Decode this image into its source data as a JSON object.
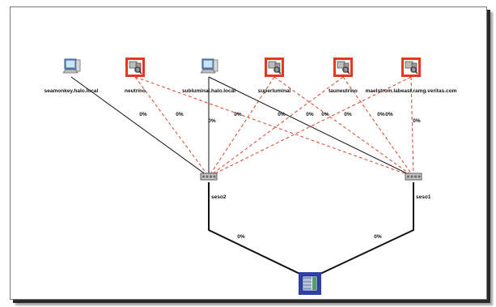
{
  "hosts": [
    {
      "id": "h1",
      "label": "seamonkey.halo.local",
      "kind": "pc"
    },
    {
      "id": "h2",
      "label": "neutrino",
      "kind": "alert"
    },
    {
      "id": "h3",
      "label": "subluminal.halo.local",
      "kind": "pc"
    },
    {
      "id": "h4",
      "label": "superluminal",
      "kind": "alert"
    },
    {
      "id": "h5",
      "label": "tauneutrino",
      "kind": "alert"
    },
    {
      "id": "h6",
      "label": "maelstrom.labeast.ramg.veritas.com",
      "kind": "alert"
    }
  ],
  "switches": [
    {
      "id": "s2",
      "label": "seso2"
    },
    {
      "id": "s1",
      "label": "seso1"
    }
  ],
  "storage": {
    "id": "st",
    "label": ""
  },
  "links": [
    {
      "from": "h1",
      "to": "s2",
      "status": "ok",
      "label": "0%"
    },
    {
      "from": "h2",
      "to": "s2",
      "status": "alert",
      "label": "0%"
    },
    {
      "from": "h3",
      "to": "s2",
      "status": "ok",
      "label": "0%"
    },
    {
      "from": "h4",
      "to": "s2",
      "status": "alert",
      "label": "0%"
    },
    {
      "from": "h5",
      "to": "s2",
      "status": "alert",
      "label": "0%"
    },
    {
      "from": "h6",
      "to": "s2",
      "status": "alert",
      "label": "0%"
    },
    {
      "from": "h2",
      "to": "s1",
      "status": "alert",
      "label": "0%"
    },
    {
      "from": "h3",
      "to": "s1",
      "status": "ok",
      "label": "0%"
    },
    {
      "from": "h4",
      "to": "s1",
      "status": "alert",
      "label": "0%"
    },
    {
      "from": "h5",
      "to": "s1",
      "status": "alert",
      "label": "0%"
    },
    {
      "from": "h6",
      "to": "s1",
      "status": "alert",
      "label": "0%"
    },
    {
      "from": "s2",
      "to": "st",
      "status": "ok",
      "label": "0%"
    },
    {
      "from": "s1",
      "to": "st",
      "status": "ok",
      "label": "0%"
    }
  ],
  "colors": {
    "alert_red": "#e8371f",
    "ok_line": "#111111",
    "alert_line": "#d9432b",
    "storage_blue": "#2f3fa8",
    "pc_blue": "#6aa2d8"
  }
}
